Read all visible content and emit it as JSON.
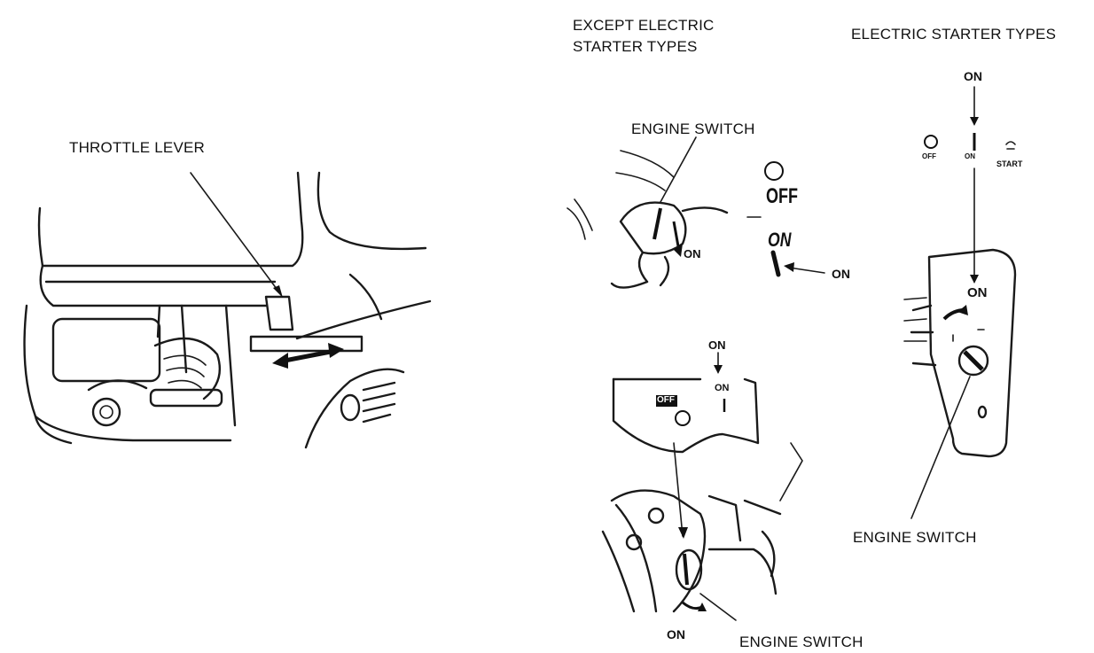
{
  "labels": {
    "throttle_lever": "THROTTLE LEVER",
    "except_electric": [
      "EXCEPT ELECTRIC",
      "STARTER TYPES"
    ],
    "electric": "ELECTRIC STARTER TYPES",
    "engine_switch": "ENGINE SWITCH"
  },
  "switch_marks": {
    "on": "ON",
    "off": "OFF",
    "start": "START"
  }
}
